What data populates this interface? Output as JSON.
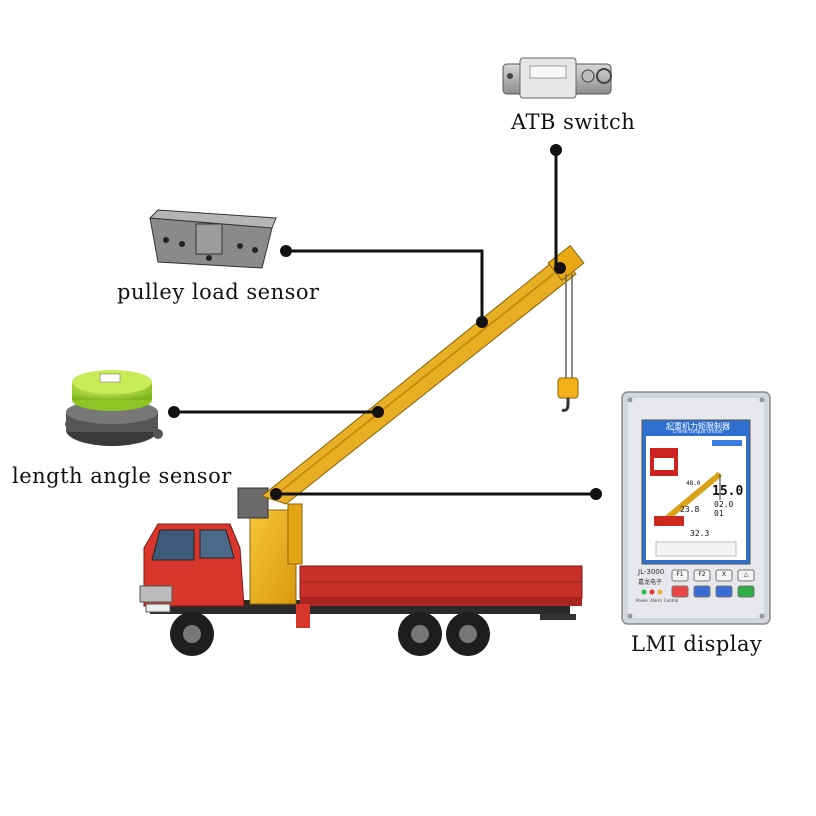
{
  "labels": {
    "atb_switch": "ATB switch",
    "pulley_load_sensor": "pulley load sensor",
    "length_angle_sensor": "length angle sensor",
    "lmi_display": "LMI display"
  },
  "lmi_device": {
    "title_cn": "起重机力矩限制器",
    "title_en": "Crane torque limiter",
    "readout_big": "15.0",
    "readout_small_1": "02.0",
    "readout_small_2": "01",
    "readout_load": "23.8",
    "readout_len": "32.3",
    "readout_angle": "48.0",
    "model": "JL-3000",
    "brand_cn": "嘉龙电子",
    "btn_f1": "F1",
    "btn_f2": "F2",
    "btn_x": "X",
    "btn_tri": "△",
    "led_labels": [
      "Power",
      "Alarm",
      "Control"
    ]
  },
  "colors": {
    "truck_cab": "#d9362b",
    "truck_bed": "#c9302a",
    "boom": "#f2b21c",
    "sensor_green": "#a5d52e",
    "connector_line": "#111111"
  }
}
